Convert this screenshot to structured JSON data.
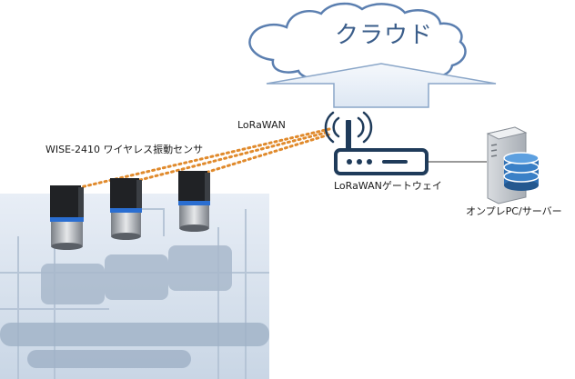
{
  "cloud": {
    "label": "クラウド"
  },
  "protocol": {
    "label": "LoRaWAN"
  },
  "sensors": {
    "label": "WISE-2410 ワイヤレス振動センサ",
    "count": 3
  },
  "gateway": {
    "label": "LoRaWANゲートウェイ"
  },
  "server": {
    "label": "オンプレPC/サーバー"
  },
  "colors": {
    "cloud_stroke": "#5b7fb0",
    "cloud_fill": "#ffffff",
    "arrow_fill": "#e6eef8",
    "link_dots": "#e08a2c",
    "gateway_body": "#1f3b5a",
    "server_db": "#2f6fb3",
    "factory_tint": "#d7e2ee"
  },
  "icons": {
    "cloud": "cloud-icon",
    "arrow": "up-arrow-icon",
    "gateway": "router-icon",
    "server": "server-database-icon",
    "sensor": "vibration-sensor-icon",
    "background": "factory-photo"
  }
}
